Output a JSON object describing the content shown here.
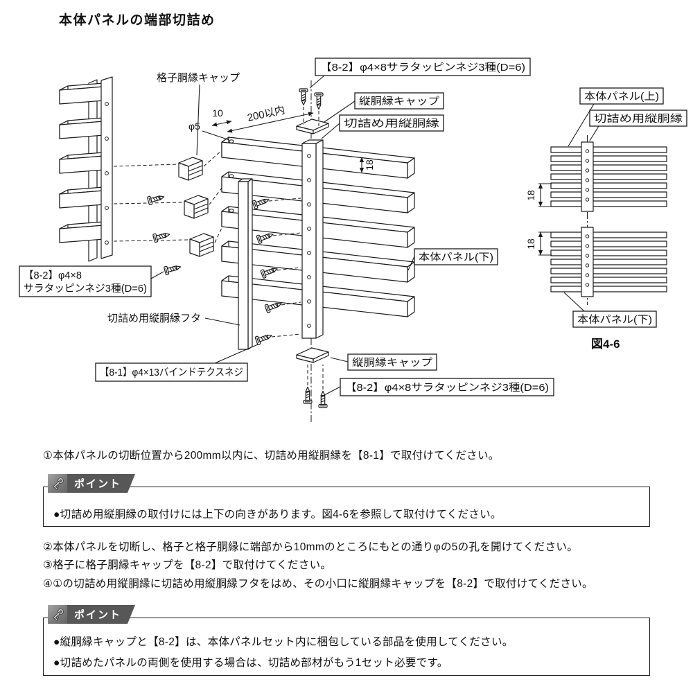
{
  "title": "本体パネルの端部切詰め",
  "diagram": {
    "labels": {
      "koshi_cap": "格子胴縁キャップ",
      "screw82_top": "【8-2】φ4×8サラタッピンネジ3種(D=6)",
      "tate_cap_top": "縦胴縁キャップ",
      "kiritsume_tate": "切詰め用縦胴縁",
      "panel_upper": "本体パネル(上)",
      "kiritsume_tate_right": "切詰め用縦胴縁",
      "panel_lower_center": "本体パネル(下)",
      "screw82_left_1": "【8-2】φ4×8",
      "screw82_left_2": "サラタッピンネジ3種(D=6)",
      "futa": "切詰め用縦胴縁フタ",
      "screw81": "【8-1】φ4×13バインドテクスネジ",
      "tate_cap_bottom": "縦胴縁キャップ",
      "screw82_bottom": "【8-2】φ4×8サラタッピンネジ3種(D=6)",
      "panel_lower_right": "本体パネル(下)",
      "fig_caption": "図4-6"
    },
    "dimensions": {
      "d200": "200以内",
      "phi5": "φ5",
      "d10": "10",
      "d18": "18",
      "d18_r1": "18",
      "d18_r2": "18"
    }
  },
  "steps": [
    "①本体パネルの切断位置から200mm以内に、切詰め用縦胴縁を【8-1】で取付けてください。",
    "②本体パネルを切断し、格子と格子胴縁に端部から10mmのところにもとの通りφの5の孔を開けてください。",
    "③格子に格子胴縁キャップを【8-2】で取付けてください。",
    "④①の切詰め用縦胴縁に切詰め用縦胴縁フタをはめ、その小口に縦胴縁キャップを【8-2】で取付けてください。"
  ],
  "point1": {
    "header": "ポイント",
    "line1": "●切詰め用縦胴縁の取付けには上下の向きがあります。図4-6を参照して取付けてください。"
  },
  "point2": {
    "header": "ポイント",
    "line1": "●縦胴縁キャップと【8-2】は、本体パネルセット内に梱包している部品を使用してください。",
    "line2": "●切詰めたパネルの両側を使用する場合は、切詰め部材がもう1セット必要です。"
  },
  "colors": {
    "ink": "#1a1a1a",
    "point_tab_bg": "#575757",
    "point_tab_text": "#ffffff"
  }
}
